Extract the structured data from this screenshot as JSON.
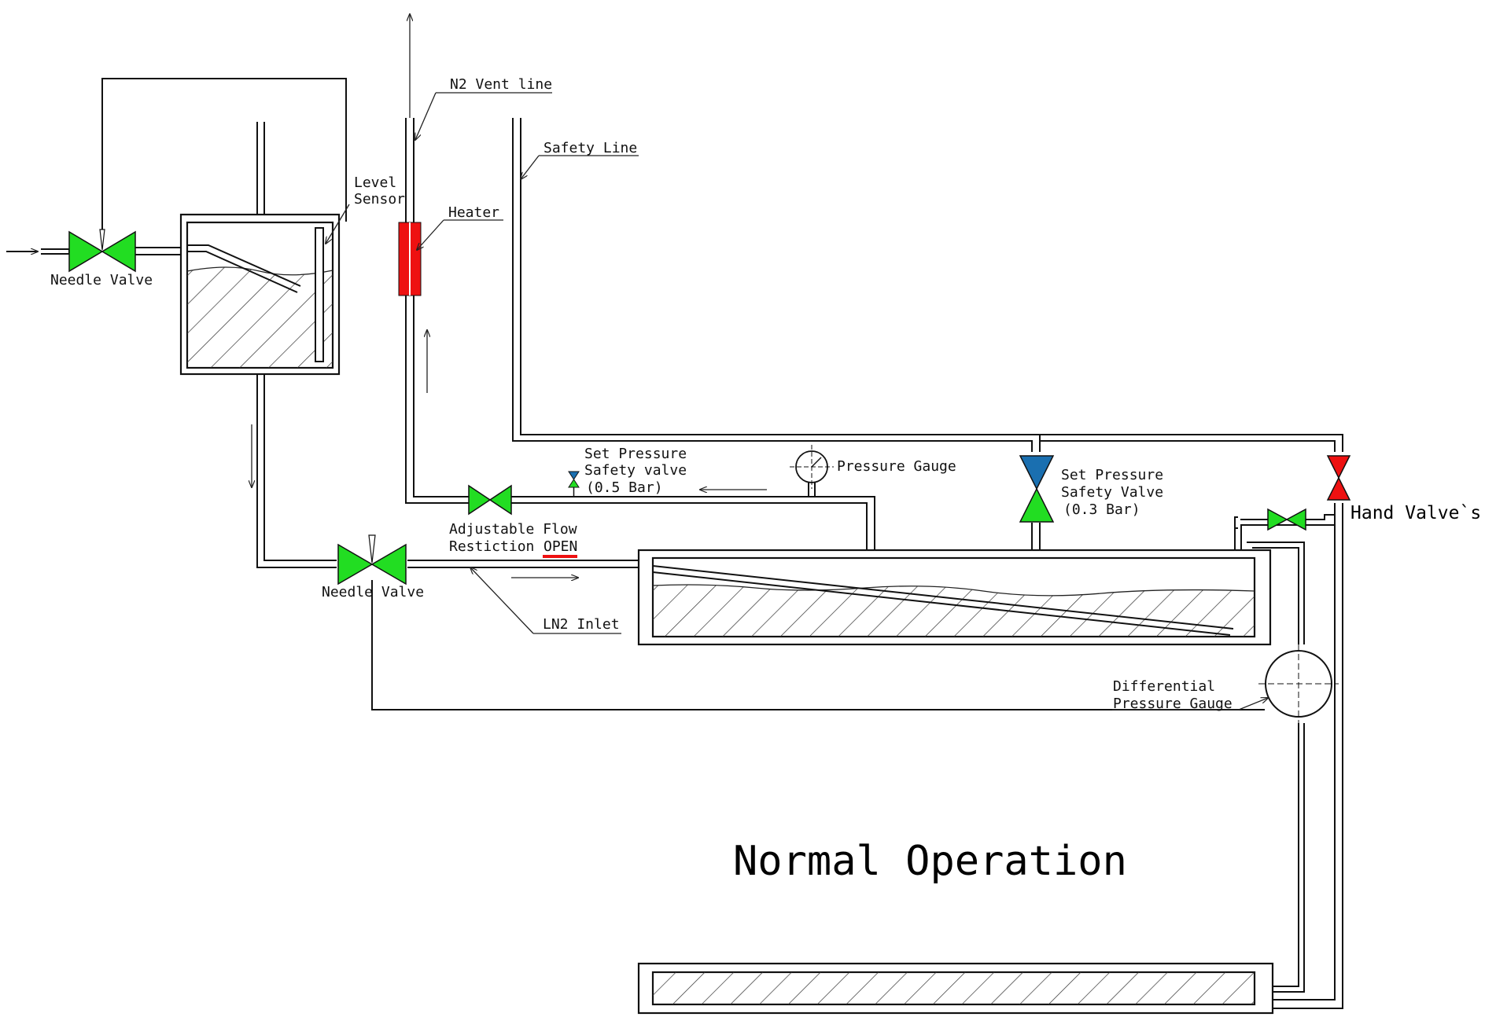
{
  "title": "Normal Operation",
  "colors": {
    "valve_green": "#22dd22",
    "valve_blue": "#1a6fb0",
    "valve_red": "#ee1111",
    "heater_red": "#ee1111",
    "line": "#111111",
    "open_underline": "#ee1111"
  },
  "labels": {
    "needle_valve_top": "Needle Valve",
    "level_sensor_1": "Level",
    "level_sensor_2": "Sensor",
    "n2_vent_line": "N2 Vent line",
    "heater": "Heater",
    "safety_line": "Safety Line",
    "set_pressure_05_1": "Set Pressure",
    "set_pressure_05_2": "Safety valve",
    "set_pressure_05_3": "(0.5 Bar)",
    "pressure_gauge": "Pressure Gauge",
    "set_pressure_03_1": "Set Pressure",
    "set_pressure_03_2": "Safety Valve",
    "set_pressure_03_3": "(0.3 Bar)",
    "hand_valves": "Hand Valve`s",
    "adjustable_flow_1": "Adjustable Flow",
    "adjustable_flow_2": "Restiction",
    "adjustable_flow_open": "OPEN",
    "needle_valve_bottom": "Needle Valve",
    "ln2_inlet": "LN2 Inlet",
    "diff_gauge_1": "Differential",
    "diff_gauge_2": "Pressure Gauge"
  }
}
